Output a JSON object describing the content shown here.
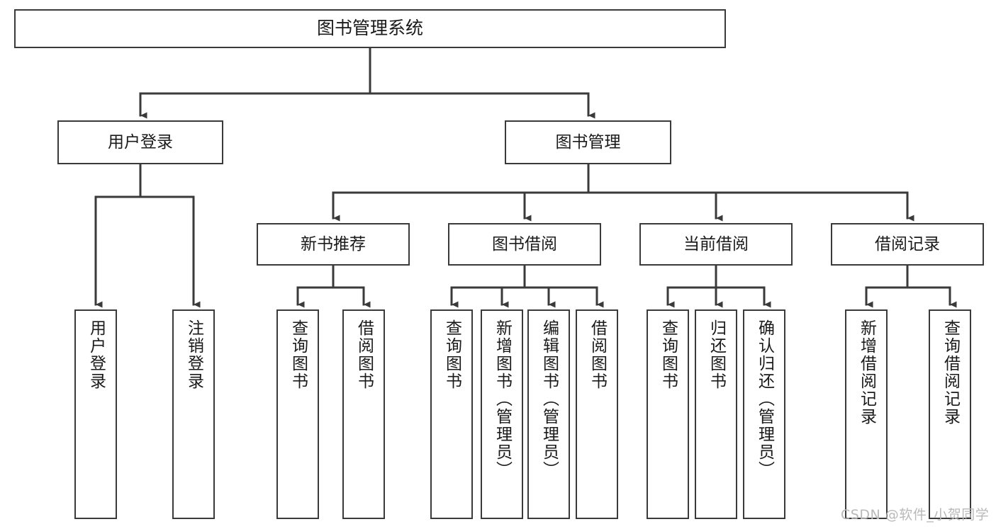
{
  "diagram": {
    "title": "图书管理系统",
    "type": "tree-hierarchy",
    "watermark": "CSDN @软件_小贺同学",
    "colors": {
      "background": "#ffffff",
      "box_border": "#3a3a3a",
      "box_fill": "#ffffff",
      "connector": "#3a3a3a",
      "text": "#1a1a1a",
      "watermark": "#b9b9b9"
    },
    "nodes": {
      "root": {
        "label": "图书管理系统"
      },
      "level1": [
        {
          "label": "用户登录"
        },
        {
          "label": "图书管理"
        }
      ],
      "level2": [
        {
          "label": "新书推荐"
        },
        {
          "label": "图书借阅"
        },
        {
          "label": "当前借阅"
        },
        {
          "label": "借阅记录"
        }
      ],
      "leaves": {
        "user_login": [
          {
            "label": "用户登录"
          },
          {
            "label": "注销登录"
          }
        ],
        "new_book": [
          {
            "label": "查询图书"
          },
          {
            "label": "借阅图书"
          }
        ],
        "book_borrow": [
          {
            "label": "查询图书"
          },
          {
            "label": "新增图书（管理员）"
          },
          {
            "label": "编辑图书（管理员）"
          },
          {
            "label": "借阅图书"
          }
        ],
        "current_borrow": [
          {
            "label": "查询图书"
          },
          {
            "label": "归还图书"
          },
          {
            "label": "确认归还（管理员）"
          }
        ],
        "borrow_record": [
          {
            "label": "新增借阅记录"
          },
          {
            "label": "查询借阅记录"
          }
        ]
      }
    }
  }
}
